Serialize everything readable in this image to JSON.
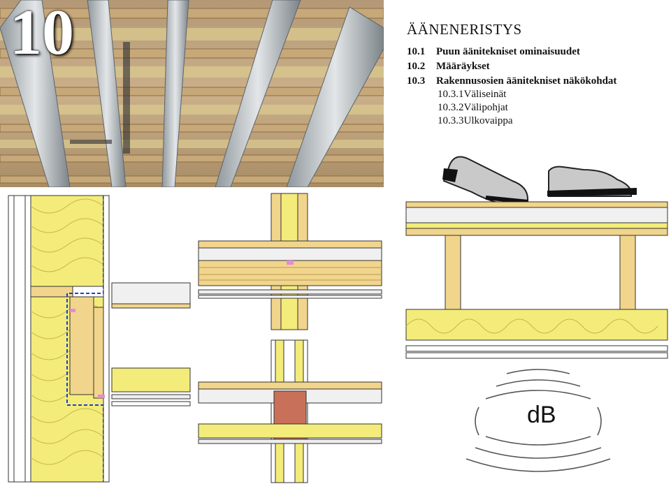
{
  "chapter": {
    "number": "10",
    "title": "ÄÄNENERISTYS"
  },
  "toc": [
    {
      "num": "10.1",
      "label": "Puun äänitekniset ominaisuudet"
    },
    {
      "num": "10.2",
      "label": "Määräykset"
    },
    {
      "num": "10.3",
      "label": "Rakennusosien äänitekniset näkökohdat"
    }
  ],
  "subtoc": [
    {
      "num": "10.3.1",
      "label": "Väliseinät"
    },
    {
      "num": "10.3.2",
      "label": "Välipohjat"
    },
    {
      "num": "10.3.3",
      "label": "Ulkovaippa"
    }
  ],
  "impact_figure": {
    "sound_label": "dB"
  },
  "colors": {
    "insulation": "#f3ec7a",
    "timber": "#f1d58c",
    "brick": "#c9705a",
    "vapour_barrier": "#1a3fd0",
    "photo_wood": "#b89a70",
    "photo_steel": "#c4c9cc"
  }
}
